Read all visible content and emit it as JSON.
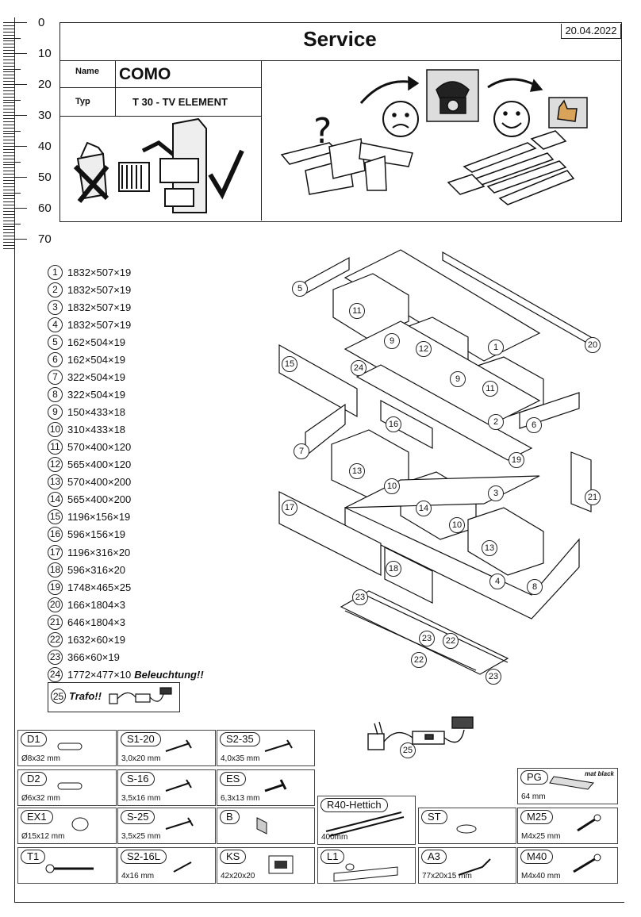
{
  "ruler": {
    "labels": [
      "0",
      "10",
      "20",
      "30",
      "40",
      "50",
      "60",
      "70"
    ]
  },
  "header": {
    "title": "Service",
    "date": "20.04.2022",
    "name_label": "Name",
    "name_value": "COMO",
    "type_label": "Typ",
    "type_value": "T 30 - TV ELEMENT"
  },
  "parts": [
    {
      "num": "1",
      "dim": "1832×507×19"
    },
    {
      "num": "2",
      "dim": "1832×507×19"
    },
    {
      "num": "3",
      "dim": "1832×507×19"
    },
    {
      "num": "4",
      "dim": "1832×507×19"
    },
    {
      "num": "5",
      "dim": "162×504×19"
    },
    {
      "num": "6",
      "dim": "162×504×19"
    },
    {
      "num": "7",
      "dim": "322×504×19"
    },
    {
      "num": "8",
      "dim": "322×504×19"
    },
    {
      "num": "9",
      "dim": "150×433×18"
    },
    {
      "num": "10",
      "dim": "310×433×18"
    },
    {
      "num": "11",
      "dim": "570×400×120"
    },
    {
      "num": "12",
      "dim": "565×400×120"
    },
    {
      "num": "13",
      "dim": "570×400×200"
    },
    {
      "num": "14",
      "dim": "565×400×200"
    },
    {
      "num": "15",
      "dim": "1196×156×19"
    },
    {
      "num": "16",
      "dim": "596×156×19"
    },
    {
      "num": "17",
      "dim": "1196×316×20"
    },
    {
      "num": "18",
      "dim": "596×316×20"
    },
    {
      "num": "19",
      "dim": "1748×465×25"
    },
    {
      "num": "20",
      "dim": "166×1804×3"
    },
    {
      "num": "21",
      "dim": "646×1804×3"
    },
    {
      "num": "22",
      "dim": "1632×60×19"
    },
    {
      "num": "23",
      "dim": "366×60×19"
    },
    {
      "num": "24",
      "dim": "1772×477×10",
      "note": "Beleuchtung!!"
    }
  ],
  "trafo": {
    "num": "25",
    "label": "Trafo!!"
  },
  "callouts": [
    "5",
    "11",
    "9",
    "12",
    "1",
    "20",
    "15",
    "24",
    "9",
    "11",
    "16",
    "2",
    "6",
    "7",
    "19",
    "13",
    "10",
    "14",
    "3",
    "21",
    "10",
    "13",
    "17",
    "18",
    "4",
    "8",
    "23",
    "23",
    "22",
    "22",
    "23",
    "25"
  ],
  "hardware": [
    {
      "code": "D1",
      "dim": "Ø8x32 mm"
    },
    {
      "code": "S1-20",
      "dim": "3,0x20 mm"
    },
    {
      "code": "S2-35",
      "dim": "4,0x35 mm"
    },
    {
      "code": "D2",
      "dim": "Ø6x32 mm"
    },
    {
      "code": "S-16",
      "dim": "3,5x16 mm"
    },
    {
      "code": "ES",
      "dim": "6,3x13 mm"
    },
    {
      "code": "PG",
      "dim": "64 mm",
      "note": "mat black"
    },
    {
      "code": "EX1",
      "dim": "Ø15x12 mm"
    },
    {
      "code": "S-25",
      "dim": "3,5x25 mm"
    },
    {
      "code": "B",
      "dim": ""
    },
    {
      "code": "R40-Hettich",
      "dim": "400mm"
    },
    {
      "code": "ST",
      "dim": ""
    },
    {
      "code": "M25",
      "dim": "M4x25 mm"
    },
    {
      "code": "T1",
      "dim": ""
    },
    {
      "code": "S2-16L",
      "dim": "4x16 mm"
    },
    {
      "code": "KS",
      "dim": "42x20x20"
    },
    {
      "code": "L1",
      "dim": ""
    },
    {
      "code": "A3",
      "dim": "77x20x15 mm"
    },
    {
      "code": "M40",
      "dim": "M4x40 mm"
    }
  ]
}
